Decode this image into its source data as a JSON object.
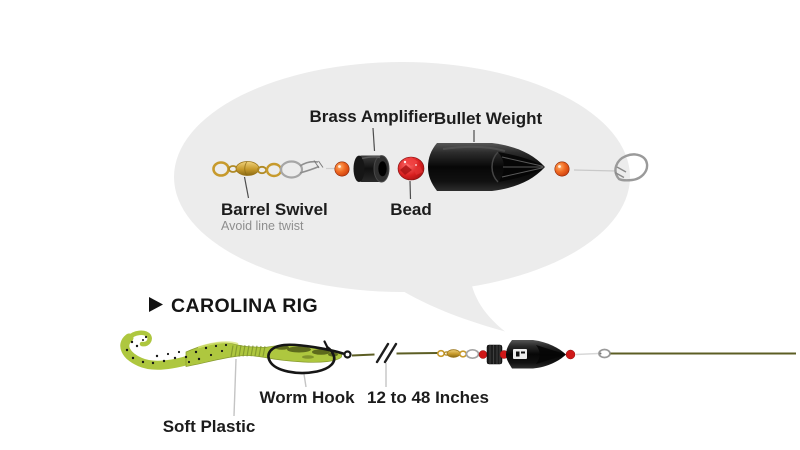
{
  "bubble": {
    "labels": {
      "brass_amplifier": "Brass Amplifier",
      "bullet_weight": "Bullet Weight",
      "barrel_swivel": "Barrel Swivel",
      "barrel_swivel_note": "Avoid line twist",
      "bead": "Bead"
    }
  },
  "rig": {
    "title": "CAROLINA RIG",
    "labels": {
      "worm_hook": "Worm Hook",
      "leader_length": "12 to 48 Inches",
      "soft_plastic": "Soft Plastic"
    }
  },
  "colors": {
    "background": "#ffffff",
    "bubble_fill": "#ececec",
    "label_text": "#1c1c1c",
    "note_text": "#8e8e8e",
    "leader_dark": "#4d4d4d",
    "leader_light": "#c4c4c4",
    "worm_green": "#aec73f",
    "worm_green_dark": "#7f942c",
    "worm_highlight": "#d9e577",
    "bead_orange": "#e2470f",
    "bead_red": "#cf1818",
    "swivel_gold": "#d9b34a",
    "swivel_gold_dark": "#9a7418",
    "metal_silver": "#9a9a9a",
    "line_olive": "#5c5e24",
    "bullet_black": "#0c0c0c"
  }
}
